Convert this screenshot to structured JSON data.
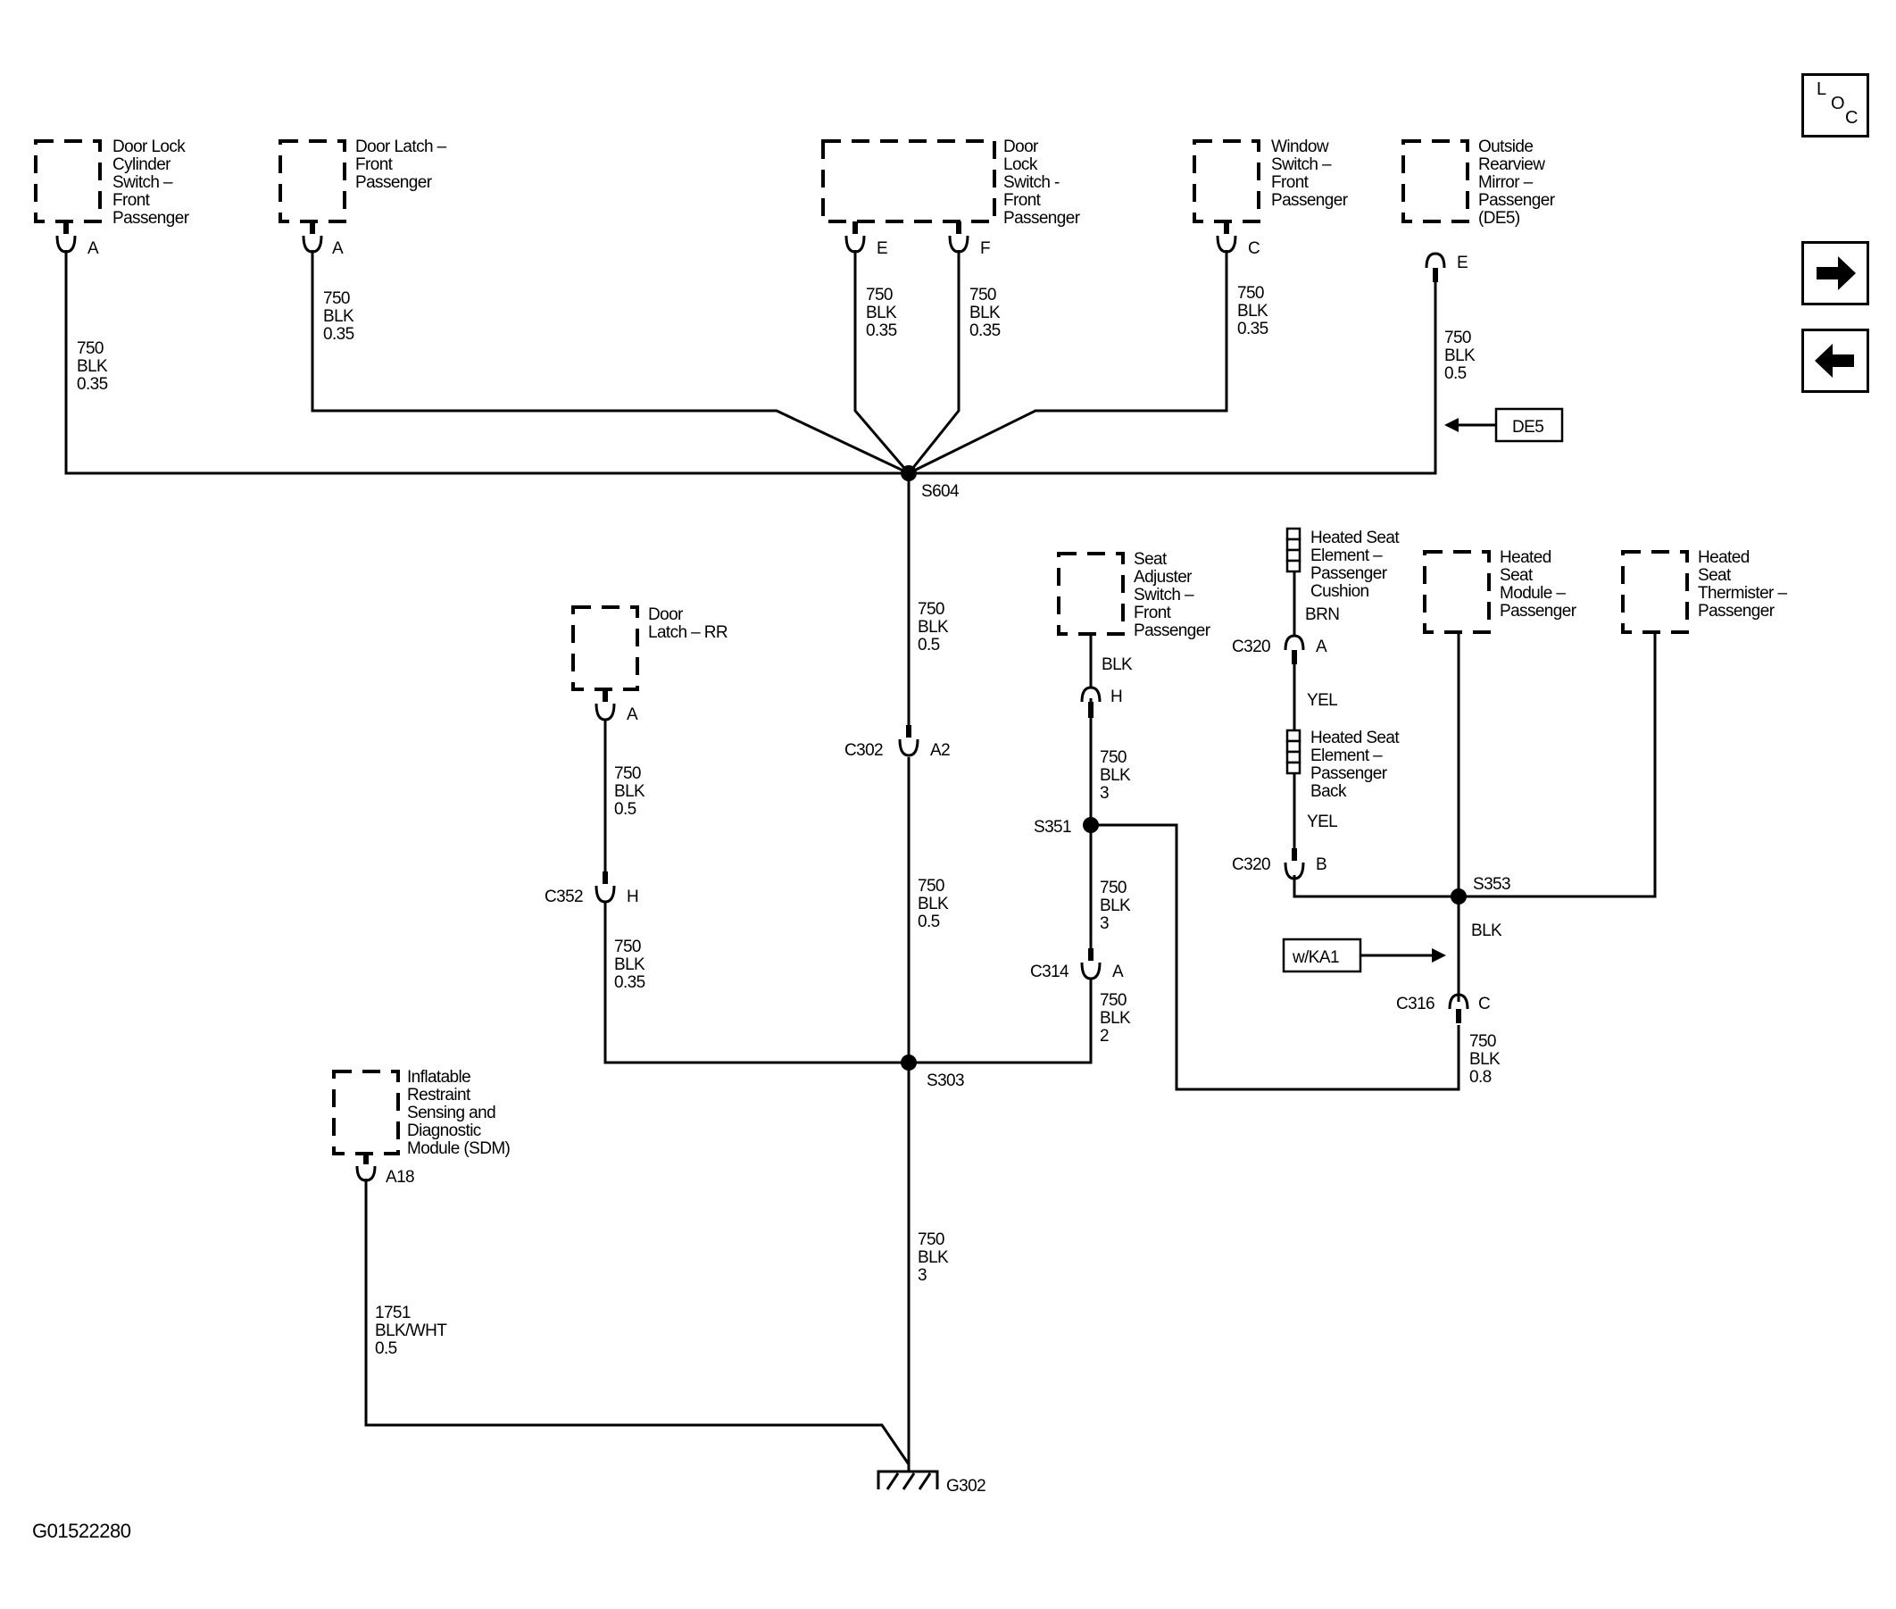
{
  "figure_id": "G01522280",
  "nav": {
    "loc_letters": [
      "L",
      "O",
      "C"
    ],
    "next_icon": "arrow-right-icon",
    "prev_icon": "arrow-left-icon"
  },
  "components": {
    "door_lock_cylinder_switch": [
      "Door Lock",
      "Cylinder",
      "Switch –",
      "Front",
      "Passenger"
    ],
    "door_latch_front_pass": [
      "Door Latch –",
      "Front",
      "Passenger"
    ],
    "door_lock_switch_front_pass": [
      "Door",
      "Lock",
      "Switch -",
      "Front",
      "Passenger"
    ],
    "window_switch_front_pass": [
      "Window",
      "Switch –",
      "Front",
      "Passenger"
    ],
    "outside_mirror_pass": [
      "Outside",
      "Rearview",
      "Mirror –",
      "Passenger",
      "(DE5)"
    ],
    "door_latch_rr": [
      "Door",
      "Latch – RR"
    ],
    "seat_adjuster_switch": [
      "Seat",
      "Adjuster",
      "Switch –",
      "Front",
      "Passenger"
    ],
    "heated_seat_cushion": [
      "Heated Seat",
      "Element –",
      "Passenger",
      "Cushion"
    ],
    "heated_seat_back": [
      "Heated Seat",
      "Element –",
      "Passenger",
      "Back"
    ],
    "heated_seat_module": [
      "Heated",
      "Seat",
      "Module –",
      "Passenger"
    ],
    "heated_seat_thermister": [
      "Heated",
      "Seat",
      "Thermister –",
      "Passenger"
    ],
    "sdm": [
      "Inflatable",
      "Restraint",
      "Sensing and",
      "Diagnostic",
      "Module (SDM)"
    ]
  },
  "pins": {
    "door_lock_cyl": "A",
    "door_latch_fp": "A",
    "lock_switch_e": "E",
    "lock_switch_f": "F",
    "window_switch": "C",
    "mirror": "E",
    "door_latch_rr": "A",
    "seat_adjuster": "H",
    "sdm": "A18",
    "c320_a": "A",
    "c320_b": "B",
    "c302": "A2",
    "c352": "H",
    "c314": "A",
    "c316": "C"
  },
  "connectors": {
    "c302": "C302",
    "c352": "C352",
    "c314": "C314",
    "c316": "C316",
    "c320_a": "C320",
    "c320_b": "C320"
  },
  "splices": {
    "s604": "S604",
    "s303": "S303",
    "s351": "S351",
    "s353": "S353"
  },
  "ground": "G302",
  "wires": {
    "w1": [
      "750",
      "BLK",
      "0.35"
    ],
    "w2": [
      "750",
      "BLK",
      "0.35"
    ],
    "w3": [
      "750",
      "BLK",
      "0.35"
    ],
    "w4": [
      "750",
      "BLK",
      "0.35"
    ],
    "w5": [
      "750",
      "BLK",
      "0.35"
    ],
    "w6": [
      "750",
      "BLK",
      "0.5"
    ],
    "w7": [
      "750",
      "BLK",
      "0.5"
    ],
    "w8": [
      "750",
      "BLK",
      "0.5"
    ],
    "w9": [
      "750",
      "BLK",
      "0.5"
    ],
    "w10": [
      "750",
      "BLK",
      "0.35"
    ],
    "w11": [
      "750",
      "BLK",
      "3"
    ],
    "w12": [
      "750",
      "BLK",
      "3"
    ],
    "w13": [
      "750",
      "BLK",
      "2"
    ],
    "w14": [
      "750",
      "BLK",
      "3"
    ],
    "w15": [
      "750",
      "BLK",
      "0.8"
    ],
    "w16": [
      "1751",
      "BLK/WHT",
      "0.5"
    ],
    "seat_adj_blk": "BLK",
    "cushion_brn": "BRN",
    "yel1": "YEL",
    "yel2": "YEL",
    "module_blk": "BLK"
  },
  "tags": {
    "de5": "DE5",
    "wka1": "w/KA1"
  }
}
